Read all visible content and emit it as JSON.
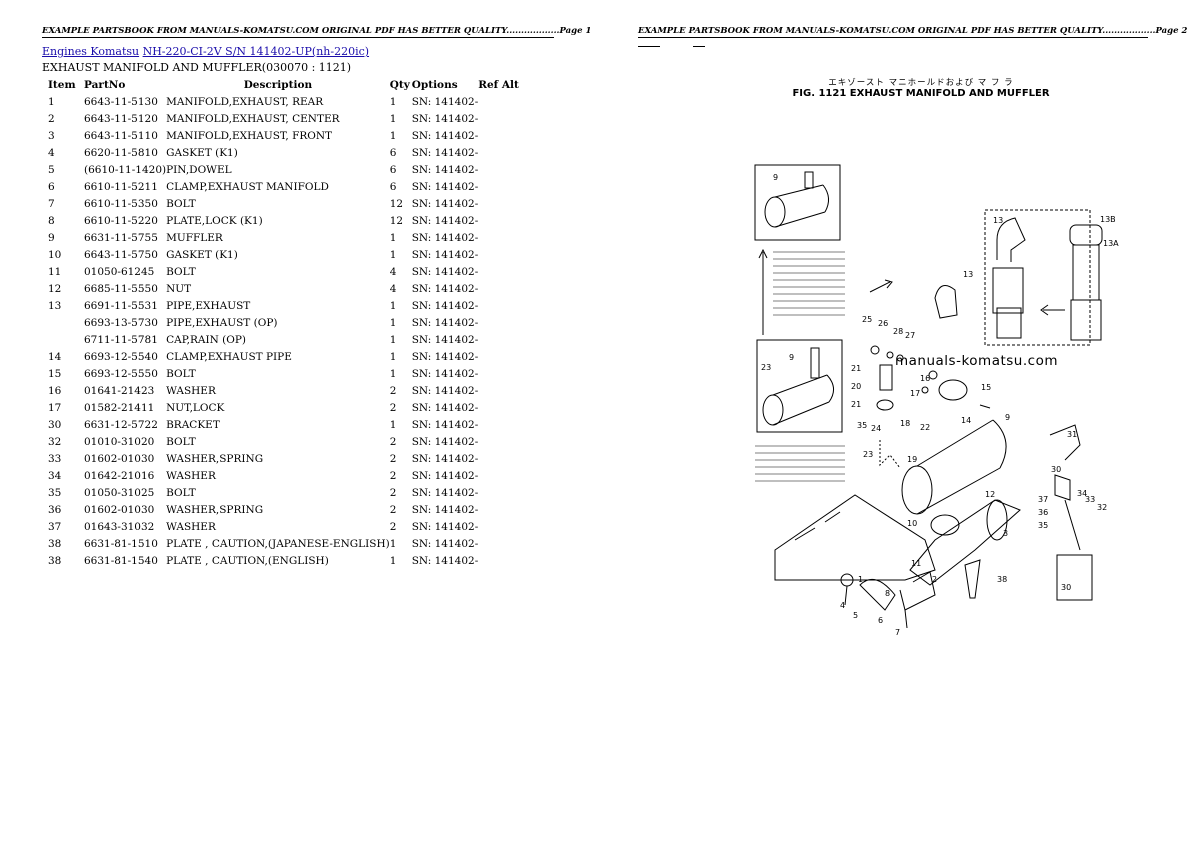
{
  "header": {
    "page1": "EXAMPLE PARTSBOOK FROM MANUALS-KOMATSU.COM ORIGINAL PDF HAS BETTER QUALITY..................Page 1",
    "page2": "EXAMPLE PARTSBOOK FROM MANUALS-KOMATSU.COM ORIGINAL PDF HAS BETTER QUALITY..................Page 2"
  },
  "breadcrumb": {
    "link1": "Engines Komatsu",
    "link2": "NH-220-CI-2V S/N 141402-UP(nh-220ic)"
  },
  "section_title": "EXHAUST MANIFOLD AND MUFFLER(030070 : 1121)",
  "table": {
    "headers": [
      "Item",
      "PartNo",
      "Description",
      "Qty",
      "Options",
      "Ref Alt"
    ],
    "rows": [
      {
        "item": "1",
        "part": "6643-11-5130",
        "desc": "MANIFOLD,EXHAUST, REAR",
        "qty": "1",
        "opt": "SN: 141402-"
      },
      {
        "item": "2",
        "part": "6643-11-5120",
        "desc": "MANIFOLD,EXHAUST, CENTER",
        "qty": "1",
        "opt": "SN: 141402-"
      },
      {
        "item": "3",
        "part": "6643-11-5110",
        "desc": "MANIFOLD,EXHAUST, FRONT",
        "qty": "1",
        "opt": "SN: 141402-"
      },
      {
        "item": "4",
        "part": "6620-11-5810",
        "desc": "GASKET (K1)",
        "qty": "6",
        "opt": "SN: 141402-"
      },
      {
        "item": "5",
        "part": "(6610-11-1420)",
        "desc": "PIN,DOWEL",
        "qty": "6",
        "opt": "SN: 141402-"
      },
      {
        "item": "6",
        "part": "6610-11-5211",
        "desc": "CLAMP,EXHAUST MANIFOLD",
        "qty": "6",
        "opt": "SN: 141402-"
      },
      {
        "item": "7",
        "part": "6610-11-5350",
        "desc": "BOLT",
        "qty": "12",
        "opt": "SN: 141402-"
      },
      {
        "item": "8",
        "part": "6610-11-5220",
        "desc": "PLATE,LOCK (K1)",
        "qty": "12",
        "opt": "SN: 141402-"
      },
      {
        "item": "9",
        "part": "6631-11-5755",
        "desc": "MUFFLER",
        "qty": "1",
        "opt": "SN: 141402-"
      },
      {
        "item": "10",
        "part": "6643-11-5750",
        "desc": "GASKET (K1)",
        "qty": "1",
        "opt": "SN: 141402-"
      },
      {
        "item": "11",
        "part": "01050-61245",
        "desc": "BOLT",
        "qty": "4",
        "opt": "SN: 141402-"
      },
      {
        "item": "12",
        "part": "6685-11-5550",
        "desc": "NUT",
        "qty": "4",
        "opt": "SN: 141402-"
      },
      {
        "item": "13",
        "part": "6691-11-5531",
        "desc": "PIPE,EXHAUST",
        "qty": "1",
        "opt": "SN: 141402-"
      },
      {
        "item": "",
        "part": "6693-13-5730",
        "desc": "PIPE,EXHAUST (OP)",
        "qty": "1",
        "opt": "SN: 141402-"
      },
      {
        "item": "",
        "part": "6711-11-5781",
        "desc": "CAP,RAIN (OP)",
        "qty": "1",
        "opt": "SN: 141402-"
      },
      {
        "item": "14",
        "part": "6693-12-5540",
        "desc": "CLAMP,EXHAUST PIPE",
        "qty": "1",
        "opt": "SN: 141402-"
      },
      {
        "item": "15",
        "part": "6693-12-5550",
        "desc": "BOLT",
        "qty": "1",
        "opt": "SN: 141402-"
      },
      {
        "item": "16",
        "part": "01641-21423",
        "desc": "WASHER",
        "qty": "2",
        "opt": "SN: 141402-"
      },
      {
        "item": "17",
        "part": "01582-21411",
        "desc": "NUT,LOCK",
        "qty": "2",
        "opt": "SN: 141402-"
      },
      {
        "item": "30",
        "part": "6631-12-5722",
        "desc": "BRACKET",
        "qty": "1",
        "opt": "SN: 141402-"
      },
      {
        "item": "32",
        "part": "01010-31020",
        "desc": "BOLT",
        "qty": "2",
        "opt": "SN: 141402-"
      },
      {
        "item": "33",
        "part": "01602-01030",
        "desc": "WASHER,SPRING",
        "qty": "2",
        "opt": "SN: 141402-"
      },
      {
        "item": "34",
        "part": "01642-21016",
        "desc": "WASHER",
        "qty": "2",
        "opt": "SN: 141402-"
      },
      {
        "item": "35",
        "part": "01050-31025",
        "desc": "BOLT",
        "qty": "2",
        "opt": "SN: 141402-"
      },
      {
        "item": "36",
        "part": "01602-01030",
        "desc": "WASHER,SPRING",
        "qty": "2",
        "opt": "SN: 141402-"
      },
      {
        "item": "37",
        "part": "01643-31032",
        "desc": "WASHER",
        "qty": "2",
        "opt": "SN: 141402-"
      },
      {
        "item": "38",
        "part": "6631-81-1510",
        "desc": "PLATE , CAUTION,(JAPANESE-ENGLISH)",
        "qty": "1",
        "opt": "SN: 141402-"
      },
      {
        "item": "38",
        "part": "6631-81-1540",
        "desc": "PLATE , CAUTION,(ENGLISH)",
        "qty": "1",
        "opt": "SN: 141402-"
      }
    ]
  },
  "figure": {
    "title_jp": "エキゾースト マニホールドおよび マ フ ラ",
    "title_en": "FIG. 1121  EXHAUST MANIFOLD AND MUFFLER",
    "watermark": "manuals-komatsu.com",
    "callouts": [
      "9",
      "13",
      "13B",
      "13A",
      "25",
      "26",
      "28",
      "27",
      "21",
      "20",
      "21",
      "16",
      "17",
      "15",
      "14",
      "9",
      "31",
      "35",
      "24",
      "18",
      "22",
      "23",
      "19",
      "12",
      "30",
      "34",
      "33",
      "32",
      "37",
      "36",
      "35",
      "10",
      "11",
      "2",
      "3",
      "38",
      "4",
      "5",
      "6",
      "7",
      "1",
      "8",
      "23",
      "9"
    ]
  }
}
